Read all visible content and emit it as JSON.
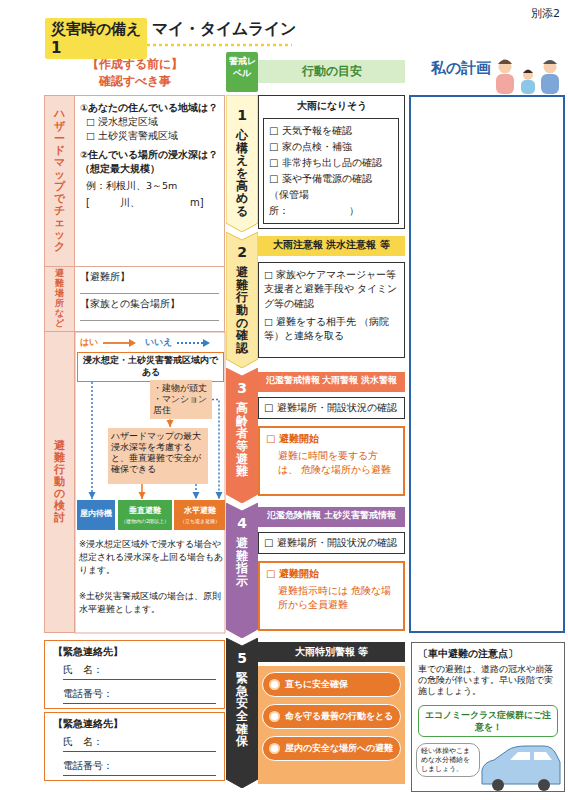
{
  "diagram": {
    "title": "マイ・タイムライン",
    "nodes": [
      {
        "text": [
          "災害時の備え1"
        ]
      },
      {
        "text": [
          "警戒レベル"
        ]
      },
      {
        "text": [
          "行動の目安"
        ]
      },
      {
        "text": [
          "私の計画"
        ]
      },
      {
        "text": [
          "ハザードマップでチェック"
        ]
      },
      {
        "text": [
          "①あなたの住んでいる地域は？",
          "□ 浸水想定区域",
          "□ 土砂災害警戒区域",
          "②住んでいる場所の浸水深は？ （想定最大規模）",
          "例：利根川、3～5m",
          "[　　　川、　　　　　m]"
        ]
      },
      {
        "text": [
          "避難場所など"
        ]
      },
      {
        "text": [
          "【避難所】",
          "【家族との集合場所】"
        ]
      },
      {
        "text": [
          "避難行動の検討"
        ]
      },
      {
        "text": [
          "浸水想定・土砂災害警戒区域内である"
        ]
      },
      {
        "text": [
          "・建物が頑丈 ・マンション居住"
        ]
      },
      {
        "text": [
          "ハザードマップの最大浸水深等を考慮すると、垂直避難で安全が確保できる"
        ]
      },
      {
        "text": [
          "屋内待機"
        ]
      },
      {
        "text": [
          "垂直避難",
          "（建物内の2階以上）"
        ]
      },
      {
        "text": [
          "水平避難",
          "（立ち退き避難）"
        ]
      },
      {
        "text": [
          "【緊急連絡先】",
          "氏　名：",
          "電話番号："
        ]
      },
      {
        "text": [
          "【緊急連絡先】",
          "氏　名：",
          "電話番号："
        ]
      },
      {
        "text": [
          "1",
          "心構えを高める"
        ]
      },
      {
        "text": [
          "2",
          "避難行動の確認"
        ]
      },
      {
        "text": [
          "3",
          "高齢者等避難"
        ]
      },
      {
        "text": [
          "4",
          "避難指示"
        ]
      },
      {
        "text": [
          "5",
          "緊急安全確保"
        ]
      },
      {
        "text": [
          "大雨になりそう"
        ]
      },
      {
        "text": [
          "□ 天気予報を確認",
          "□ 家の点検・補強",
          "□ 非常持ち出し品の確認",
          "□ 薬や予備電源の確認 （保管場所：　　　　　　）"
        ],
        "in": 22
      },
      {
        "text": [
          "大雨注意報 洪水注意報 等"
        ]
      },
      {
        "text": [
          "□ 家族やケアマネージャー等 支援者と避難手段や タイミング等の確認",
          "□ 避難をする相手先 （病院等）と連絡を取る"
        ]
      },
      {
        "text": [
          "氾濫警戒情報 大雨警報 洪水警報"
        ]
      },
      {
        "text": [
          "□ 避難場所・開設状況の確認"
        ]
      },
      {
        "text": [
          "□ 避難開始",
          "避難に時間を要する方は、 危険な場所から避難"
        ]
      },
      {
        "text": [
          "氾濫危険情報 土砂災害警戒情報"
        ]
      },
      {
        "text": [
          "□ 避難場所・開設状況の確認"
        ]
      },
      {
        "text": [
          "□ 避難開始",
          "避難指示時には 危険な場所から全員避難"
        ]
      },
      {
        "text": [
          "大雨特別警報 等"
        ]
      },
      {
        "text": [
          "直ちに安全確保",
          "命を守る最善の行動をとる",
          "屋内の安全な場所への避難"
        ]
      },
      {
        "text": [
          "〔車中避難の注意点〕",
          "車での避難は、道路の冠水や崩落の危険が伴います。早い段階で実施しましょう。"
        ]
      },
      {
        "text": [
          "エコノミークラス症候群にご注意を！"
        ],
        "in": 34
      },
      {
        "text": [
          "軽い体操やこまめな水分補給をしましょう。"
        ],
        "in": 34
      }
    ],
    "edges": [
      {
        "from": 9,
        "to": 12,
        "arrow": "to"
      },
      {
        "from": 9,
        "to": 10,
        "arrow": "to"
      },
      {
        "from": 10,
        "to": 11,
        "arrow": "to"
      },
      {
        "from": 10,
        "to": 14,
        "arrow": "to"
      },
      {
        "from": 11,
        "to": 13,
        "arrow": "to"
      },
      {
        "from": 11,
        "to": 14,
        "arrow": "to"
      }
    ],
    "labels": [
      "別添2",
      "【作成する前に】",
      "確認すべき事",
      "※浸水想定区域外で浸水する場合や想定される浸水深を上回る場合もあります。",
      "※土砂災害警戒区域の場合は、原則水平避難とします。"
    ],
    "legend": [
      {
        "text": "はい"
      },
      {
        "text": "いいえ"
      }
    ]
  }
}
